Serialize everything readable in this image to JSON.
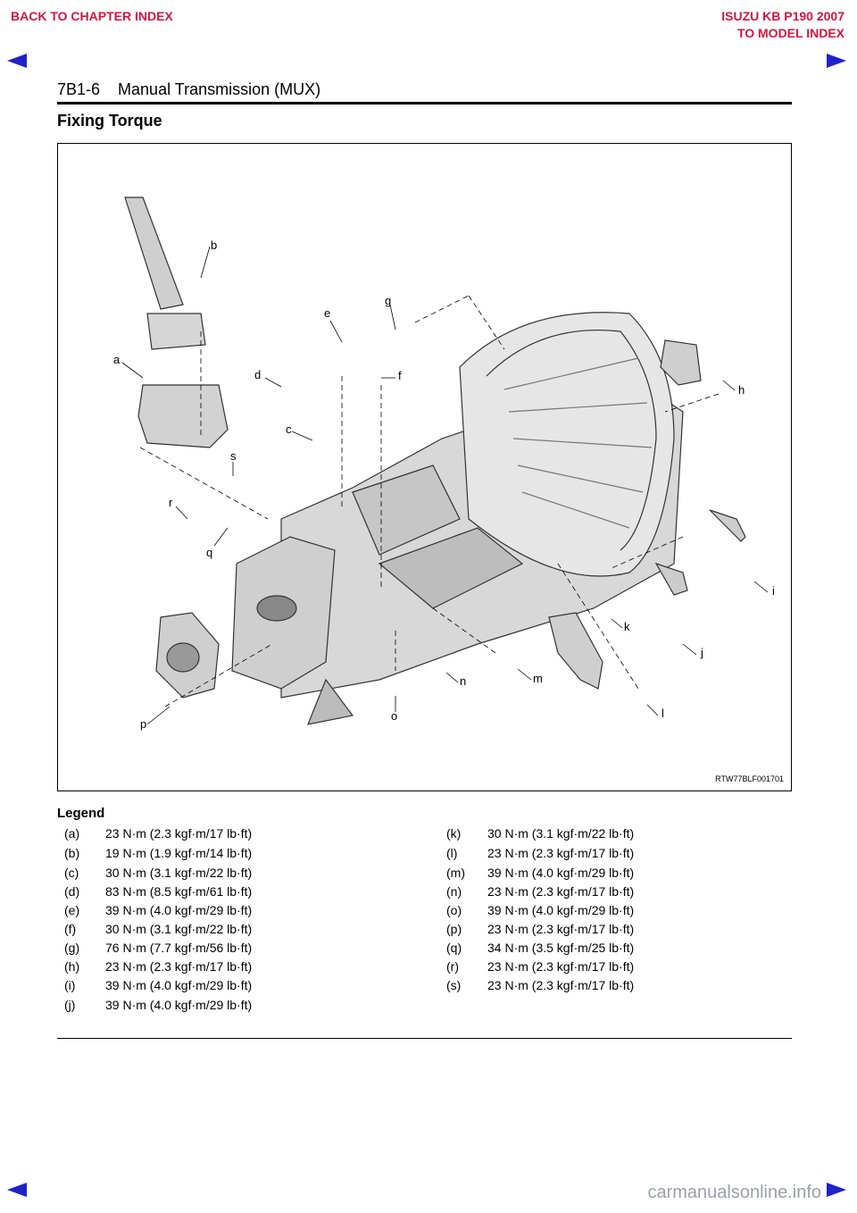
{
  "nav": {
    "back_to_chapter": "BACK TO CHAPTER INDEX",
    "model_line1": "ISUZU KB P190 2007",
    "model_line2": "TO MODEL INDEX"
  },
  "header": {
    "page_title": "7B1-6    Manual Transmission (MUX)"
  },
  "section": {
    "title": "Fixing Torque"
  },
  "figure": {
    "code": "RTW77BLF001701",
    "callouts": [
      "a",
      "b",
      "c",
      "d",
      "e",
      "f",
      "g",
      "h",
      "i",
      "j",
      "k",
      "l",
      "m",
      "n",
      "o",
      "p",
      "q",
      "r",
      "s"
    ]
  },
  "legend": {
    "title": "Legend",
    "left": [
      {
        "key": "(a)",
        "value": "23 N·m (2.3 kgf·m/17 lb·ft)"
      },
      {
        "key": "(b)",
        "value": "19 N·m (1.9 kgf·m/14 lb·ft)"
      },
      {
        "key": "(c)",
        "value": "30 N·m (3.1 kgf·m/22 lb·ft)"
      },
      {
        "key": "(d)",
        "value": "83 N·m (8.5 kgf·m/61 lb·ft)"
      },
      {
        "key": "(e)",
        "value": "39 N·m (4.0 kgf·m/29 lb·ft)"
      },
      {
        "key": "(f)",
        "value": "30 N·m (3.1 kgf·m/22 lb·ft)"
      },
      {
        "key": "(g)",
        "value": "76 N·m (7.7 kgf·m/56 lb·ft)"
      },
      {
        "key": "(h)",
        "value": "23 N·m (2.3 kgf·m/17 lb·ft)"
      },
      {
        "key": "(i)",
        "value": "39 N·m (4.0 kgf·m/29 lb·ft)"
      },
      {
        "key": "(j)",
        "value": "39 N·m (4.0 kgf·m/29 lb·ft)"
      }
    ],
    "right": [
      {
        "key": "(k)",
        "value": "30 N·m (3.1 kgf·m/22 lb·ft)"
      },
      {
        "key": "(l)",
        "value": "23 N·m (2.3 kgf·m/17 lb·ft)"
      },
      {
        "key": "(m)",
        "value": "39 N·m (4.0 kgf·m/29 lb·ft)"
      },
      {
        "key": "(n)",
        "value": "23 N·m (2.3 kgf·m/17 lb·ft)"
      },
      {
        "key": "(o)",
        "value": "39 N·m (4.0 kgf·m/29 lb·ft)"
      },
      {
        "key": "(p)",
        "value": "23 N·m (2.3 kgf·m/17 lb·ft)"
      },
      {
        "key": "(q)",
        "value": "34 N·m (3.5 kgf·m/25 lb·ft)"
      },
      {
        "key": "(r)",
        "value": "23 N·m (2.3 kgf·m/17 lb·ft)"
      },
      {
        "key": "(s)",
        "value": "23 N·m (2.3 kgf·m/17 lb·ft)"
      }
    ]
  },
  "footer_nav": {
    "icons": [
      "prev-page-icon",
      "next-page-icon"
    ],
    "watermark": "carmanualsonline.info"
  }
}
